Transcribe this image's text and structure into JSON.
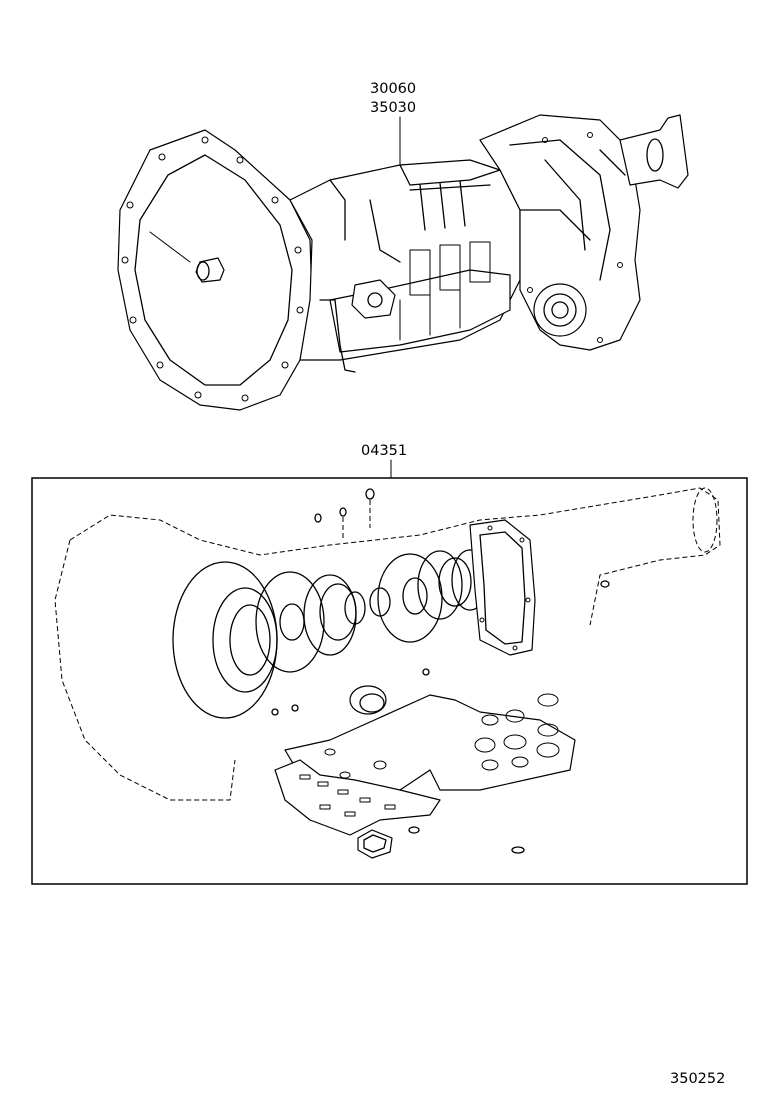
{
  "labels": {
    "part_main_1": "30060",
    "part_main_2": "35030",
    "part_kit": "04351",
    "diagram_number": "350252"
  }
}
